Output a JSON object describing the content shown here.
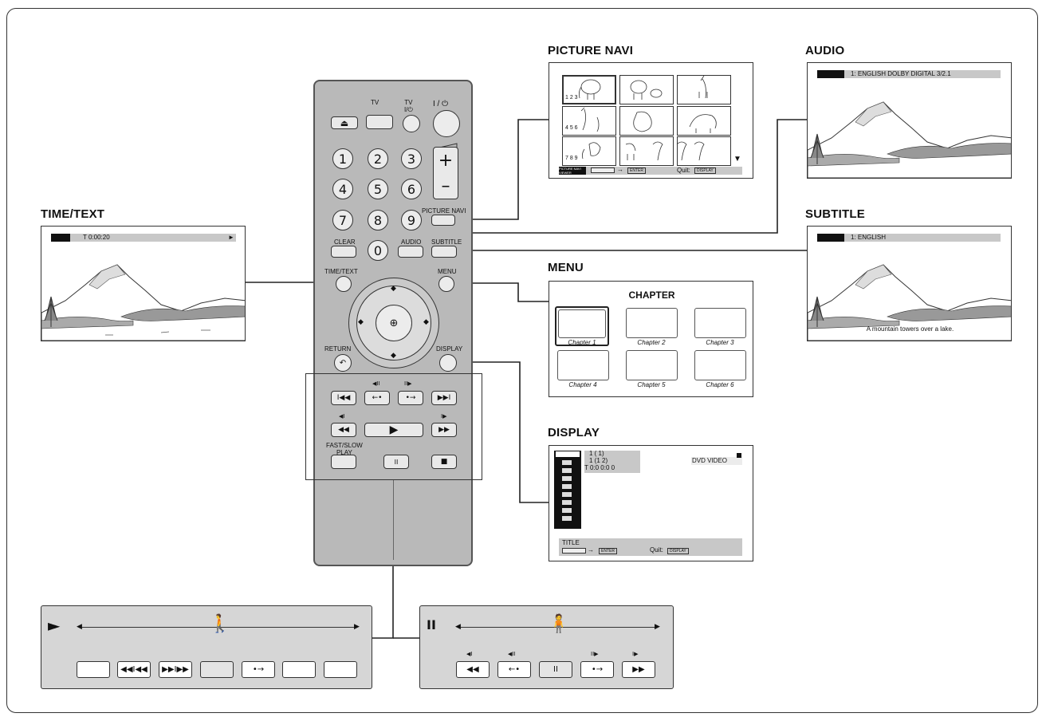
{
  "titles": {
    "picture_navi": "PICTURE NAVI",
    "audio": "AUDIO",
    "time_text": "TIME/TEXT",
    "subtitle": "SUBTITLE",
    "menu": "MENU",
    "display": "DISPLAY"
  },
  "time_text_screen": {
    "bar_text": "T    0:00:20",
    "play_icon": "►"
  },
  "audio_screen": {
    "bar_text": "1: ENGLISH  DOLBY DIGITAL  3/2.1"
  },
  "subtitle_screen": {
    "bar_text": "1: ENGLISH",
    "caption": "A mountain towers over a lake."
  },
  "picture_navi_screen": {
    "row_numbers": [
      "1 2 3",
      "4 5 6",
      "7 8 9"
    ],
    "footer_tag": "PICTURE NAVI VIEWER",
    "footer_enter": "ENTER",
    "quit_label": "Quit:",
    "quit_key": "DISPLAY",
    "arrow": "▼"
  },
  "menu_screen": {
    "heading": "CHAPTER",
    "chapters": [
      "Chapter 1",
      "Chapter 2",
      "Chapter 3",
      "Chapter 4",
      "Chapter 5",
      "Chapter 6"
    ]
  },
  "display_screen": {
    "line1": "1 (  1)",
    "line2": "1 (1 2)",
    "line3": "T    0:0 0:0 0",
    "disc_type": "DVD VIDEO",
    "footer_title": "TITLE",
    "footer_enter": "ENTER",
    "quit_label": "Quit:",
    "quit_key": "DISPLAY"
  },
  "remote": {
    "tv_input": "TV",
    "tv_power": "TV\nI/⏻",
    "power": "I / ⏻",
    "eject": "⏏",
    "numbers": [
      "1",
      "2",
      "3",
      "4",
      "5",
      "6",
      "7",
      "8",
      "9",
      "0"
    ],
    "vol_plus": "+",
    "vol_minus": "–",
    "picture_navi": "PICTURE NAVI",
    "clear": "CLEAR",
    "audio": "AUDIO",
    "subtitle": "SUBTITLE",
    "time_text": "TIME/TEXT",
    "menu": "MENU",
    "return": "RETURN",
    "display": "DISPLAY",
    "fast_slow_play": "FAST/SLOW\nPLAY"
  },
  "play_panel": {
    "state_icon": "►",
    "buttons": [
      "",
      "◀◀I◀◀",
      "▶▶I▶▶",
      "",
      "•→",
      "",
      ""
    ]
  },
  "pause_panel": {
    "state_icon": "II",
    "buttons": [
      "◀◀",
      "←•",
      "II",
      "•→",
      "▶▶"
    ],
    "marks": [
      "◀I",
      "◀II",
      "",
      "II▶",
      "I▶"
    ]
  },
  "colors": {
    "remote_body": "#b9b9b9",
    "panel_bg": "#d6d6d6",
    "bar_gray": "#c8c8c8"
  }
}
